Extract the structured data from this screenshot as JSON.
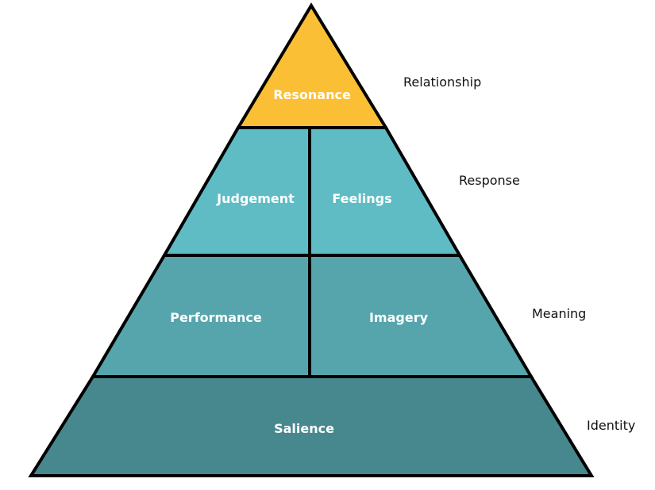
{
  "colors": {
    "resonance": "#FBBF36",
    "response": "#5FBCC4",
    "meaning": "#56A5AC",
    "salience": "#47888E",
    "outline": "#000000",
    "tier_text": "#FFFFFF",
    "level_text": "#111111"
  },
  "tiers": {
    "resonance": "Resonance",
    "judgement": "Judgement",
    "feelings": "Feelings",
    "performance": "Performance",
    "imagery": "Imagery",
    "salience": "Salience"
  },
  "levels": {
    "relationship": "Relationship",
    "response": "Response",
    "meaning": "Meaning",
    "identity": "Identity"
  }
}
